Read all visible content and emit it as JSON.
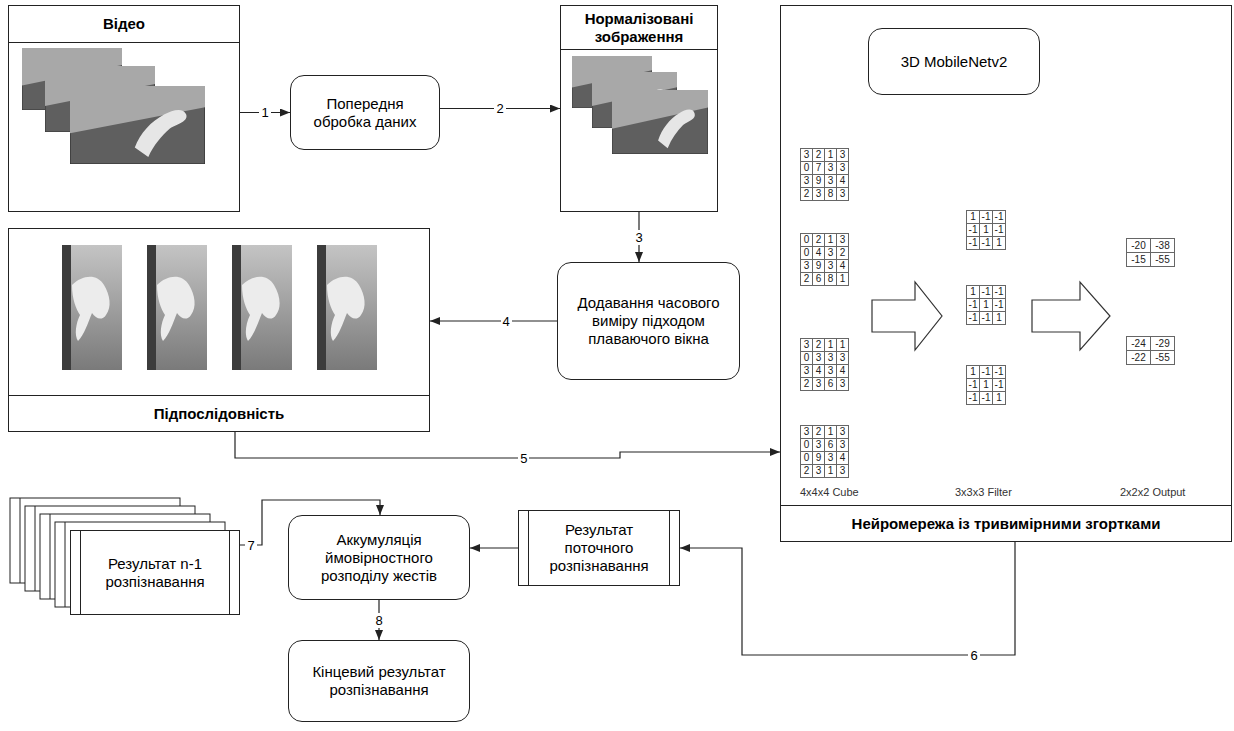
{
  "diagram": {
    "nodes": [
      {
        "text": [
          "Відео"
        ]
      },
      {
        "text": [
          "Попередня обробка даних"
        ]
      },
      {
        "text": [
          "Нормалізовані зображення"
        ]
      },
      {
        "text": [
          "Нейромережа із тривимірними згортками"
        ]
      },
      {
        "text": [
          "3D MobileNetv2"
        ],
        "in": 3
      },
      {
        "text": [
          "Підпослідовність"
        ]
      },
      {
        "text": [
          "Додавання часового виміру підходом плаваючого вікна"
        ]
      },
      {
        "text": [
          "Результат n-1 розпізнавання"
        ]
      },
      {
        "text": [
          "Аккумуляція ймовірностного розподілу жестів"
        ]
      },
      {
        "text": [
          "Результат поточного розпізнавання"
        ]
      },
      {
        "text": [
          "Кінцевий результат розпізнавання"
        ]
      }
    ],
    "edges": [
      {
        "from": 0,
        "to": 1,
        "label": "1",
        "arrow": "to"
      },
      {
        "from": 1,
        "to": 2,
        "label": "2",
        "arrow": "to"
      },
      {
        "from": 2,
        "to": 6,
        "label": "3",
        "arrow": "to"
      },
      {
        "from": 6,
        "to": 5,
        "label": "4",
        "arrow": "to"
      },
      {
        "from": 5,
        "to": 3,
        "label": "5",
        "arrow": "to"
      },
      {
        "from": 3,
        "to": 9,
        "label": "6",
        "arrow": "to"
      },
      {
        "from": 7,
        "to": 8,
        "label": "7",
        "arrow": "to"
      },
      {
        "from": 9,
        "to": 8,
        "arrow": "to"
      },
      {
        "from": 8,
        "to": 10,
        "label": "8",
        "arrow": "to"
      }
    ],
    "labels": [
      "3",
      "2",
      "1",
      "3",
      "0",
      "7",
      "3",
      "3",
      "3",
      "9",
      "3",
      "4",
      "2",
      "3",
      "8",
      "3",
      "0",
      "2",
      "1",
      "3",
      "0",
      "4",
      "3",
      "2",
      "3",
      "9",
      "3",
      "4",
      "2",
      "6",
      "8",
      "1",
      "3",
      "2",
      "1",
      "1",
      "0",
      "3",
      "3",
      "3",
      "3",
      "4",
      "3",
      "4",
      "2",
      "3",
      "6",
      "3",
      "3",
      "2",
      "1",
      "3",
      "0",
      "3",
      "6",
      "3",
      "0",
      "9",
      "3",
      "4",
      "2",
      "3",
      "1",
      "3",
      "1",
      "-1",
      "-1",
      "-1",
      "1",
      "-1",
      "-1",
      "-1",
      "1",
      "1",
      "-1",
      "-1",
      "-1",
      "1",
      "-1",
      "-1",
      "-1",
      "1",
      "1",
      "-1",
      "-1",
      "-1",
      "1",
      "-1",
      "-1",
      "-1",
      "1",
      "-20",
      "-38",
      "-15",
      "-55",
      "-24",
      "-29",
      "-22",
      "-55",
      "4x4x4 Cube",
      "3x3x3 Filter",
      "2x2x2 Output"
    ]
  }
}
